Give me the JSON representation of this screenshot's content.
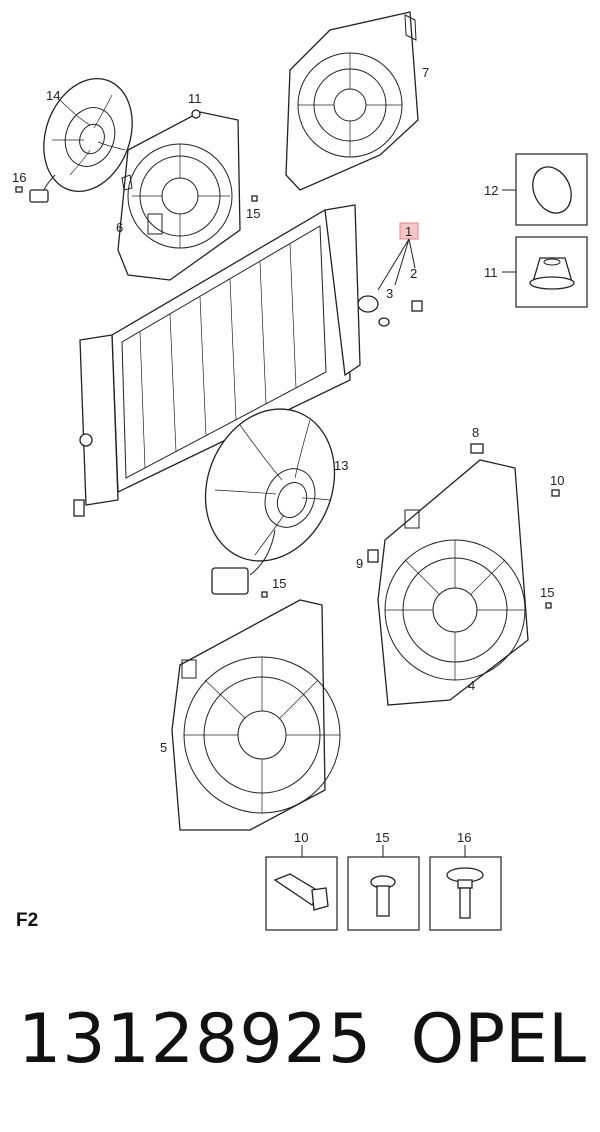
{
  "diagram": {
    "callouts": {
      "c1": "1",
      "c2": "2",
      "c3": "3",
      "c4": "4",
      "c5": "5",
      "c6": "6",
      "c7": "7",
      "c8": "8",
      "c9": "9",
      "c10": "10",
      "c11": "11",
      "c12": "12",
      "c13": "13",
      "c14": "14",
      "c15": "15",
      "c16": "16"
    },
    "legend": {
      "box10": "10",
      "box15": "15",
      "box16": "16",
      "box12": "12",
      "box11": "11"
    },
    "highlight_color": "#f4c6c6"
  },
  "section_label": "F2",
  "footer": {
    "part_number": "13128925",
    "brand": "OPEL"
  }
}
